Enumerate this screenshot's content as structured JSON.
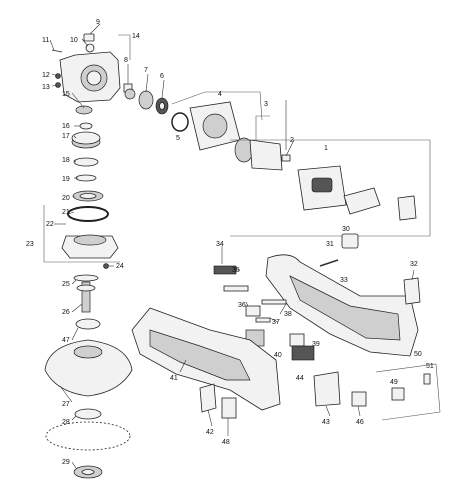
{
  "callouts": [
    {
      "id": "9",
      "label": "9"
    },
    {
      "id": "10",
      "label": "10"
    },
    {
      "id": "11",
      "label": "11"
    },
    {
      "id": "14",
      "label": "14"
    },
    {
      "id": "8",
      "label": "8"
    },
    {
      "id": "12",
      "label": "12"
    },
    {
      "id": "13",
      "label": "13"
    },
    {
      "id": "15",
      "label": "15"
    },
    {
      "id": "7",
      "label": "7"
    },
    {
      "id": "6",
      "label": "6"
    },
    {
      "id": "4",
      "label": "4"
    },
    {
      "id": "5",
      "label": "5"
    },
    {
      "id": "3",
      "label": "3"
    },
    {
      "id": "2",
      "label": "2"
    },
    {
      "id": "1",
      "label": "1"
    },
    {
      "id": "16",
      "label": "16"
    },
    {
      "id": "17",
      "label": "17"
    },
    {
      "id": "18",
      "label": "18"
    },
    {
      "id": "19",
      "label": "19"
    },
    {
      "id": "20",
      "label": "20"
    },
    {
      "id": "21",
      "label": "21"
    },
    {
      "id": "22",
      "label": "22"
    },
    {
      "id": "23",
      "label": "23"
    },
    {
      "id": "24",
      "label": "24"
    },
    {
      "id": "25",
      "label": "25"
    },
    {
      "id": "26",
      "label": "26"
    },
    {
      "id": "47",
      "label": "47"
    },
    {
      "id": "27",
      "label": "27"
    },
    {
      "id": "28",
      "label": "28"
    },
    {
      "id": "29",
      "label": "29"
    },
    {
      "id": "34",
      "label": "34"
    },
    {
      "id": "35",
      "label": "35"
    },
    {
      "id": "31",
      "label": "31"
    },
    {
      "id": "30",
      "label": "30"
    },
    {
      "id": "33",
      "label": "33"
    },
    {
      "id": "32",
      "label": "32"
    },
    {
      "id": "36",
      "label": "36"
    },
    {
      "id": "37",
      "label": "37"
    },
    {
      "id": "38",
      "label": "38"
    },
    {
      "id": "39",
      "label": "39"
    },
    {
      "id": "40",
      "label": "40"
    },
    {
      "id": "41",
      "label": "41"
    },
    {
      "id": "44",
      "label": "44"
    },
    {
      "id": "50",
      "label": "50"
    },
    {
      "id": "51",
      "label": "51"
    },
    {
      "id": "49",
      "label": "49"
    },
    {
      "id": "43",
      "label": "43"
    },
    {
      "id": "46",
      "label": "46"
    },
    {
      "id": "42",
      "label": "42"
    },
    {
      "id": "48",
      "label": "48"
    }
  ]
}
